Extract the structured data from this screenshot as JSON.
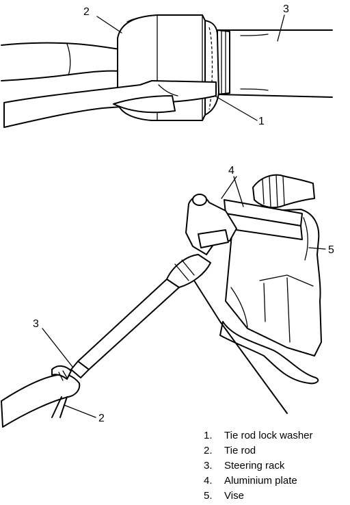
{
  "top_callouts": {
    "c1": "1",
    "c2": "2",
    "c3": "3"
  },
  "bottom_callouts": {
    "c2": "2",
    "c3": "3",
    "c4": "4",
    "c5": "5"
  },
  "legend": [
    {
      "num": "1.",
      "label": "Tie rod lock washer"
    },
    {
      "num": "2.",
      "label": "Tie rod"
    },
    {
      "num": "3.",
      "label": "Steering rack"
    },
    {
      "num": "4.",
      "label": "Aluminium plate"
    },
    {
      "num": "5.",
      "label": "Vise"
    }
  ]
}
